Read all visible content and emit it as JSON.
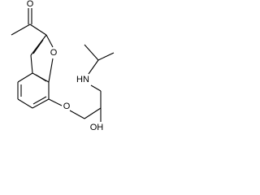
{
  "structure": {
    "atoms": [
      {
        "id": "o-carbonyl",
        "symbol": "O",
        "label": "O"
      },
      {
        "id": "o-furan",
        "symbol": "O",
        "label": "O"
      },
      {
        "id": "o-ether",
        "symbol": "O",
        "label": "O"
      },
      {
        "id": "nh-amine",
        "symbol": "N",
        "label": "HN"
      },
      {
        "id": "oh-hydroxyl",
        "symbol": "O",
        "label": "OH"
      }
    ]
  }
}
